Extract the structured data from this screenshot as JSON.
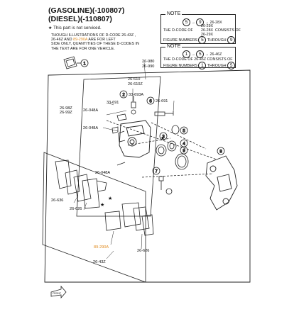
{
  "header": {
    "line1": "(GASOLINE)(-100807)",
    "line2": "(DIESEL)(-110807)",
    "not_serviced": "This part is not serviced."
  },
  "desc": {
    "l1": "THOUGH ILLUSTRATIONS OF D-CODE 26-43Z ,",
    "l2a": "26-46Z AND ",
    "l2b": "89-290A",
    "l2c": " ARE FOR LEFT",
    "l3": "SIDE ONLY, QUANTITIES OF THESE D-CODES IN",
    "l4": "THE TEXT ARE FOR ONE VEHICLE."
  },
  "note1": {
    "title": "NOTE",
    "c5": "5",
    "arrow": "→",
    "c9": "9",
    "codes_a": "26-28X",
    "codes_b": "26-29X",
    "row2a": "THE D-CODE OF",
    "row2b": "CONSISTS OF",
    "row3a": "FIGURE NUMBERS",
    "through": "THROUGH"
  },
  "note2": {
    "title": "NOTE",
    "c1": "1",
    "c5": "5",
    "arrow": "→",
    "code": "26-46Z",
    "row2a": "THE D-CODE OF",
    "row2b": "26-46Z",
    "row2c": "CONSISTS OF",
    "row3a": "FIGURE NUMBERS",
    "through": "THROUGH"
  },
  "labels": {
    "c1": "1",
    "c2": "2",
    "c3": "3",
    "c4": "4",
    "c5": "5",
    "c6": "6",
    "c7": "7",
    "c8": "8",
    "c9": "9",
    "p26980": "26-980",
    "p26990": "26-990",
    "p26610": "26-610",
    "p26610z": "26-610Z",
    "p33693a": "33-693A",
    "p33691": "33-691",
    "p26691": "26-691",
    "p2698z": "26-98Z",
    "p2699z": "26-99Z",
    "p26048a_1": "26-048A",
    "p26048a_2": "26-048A",
    "p26048a_3": "26-048A",
    "p26636": "26-636",
    "p26626_l": "26-626",
    "p26626_r": "26-626",
    "p89290a": "89-290A",
    "p2643z": "26-43Z",
    "front": "FRONT"
  }
}
